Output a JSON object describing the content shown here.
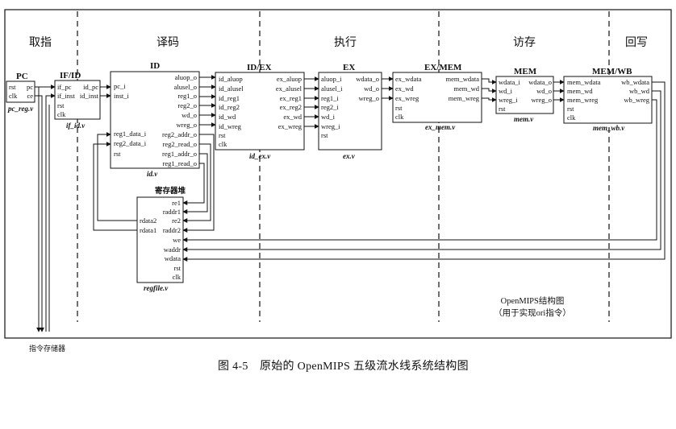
{
  "stages": [
    "取指",
    "译码",
    "执行",
    "访存",
    "回写"
  ],
  "modules": {
    "pc": {
      "title": "PC",
      "ports_left": [
        "rst",
        "clk"
      ],
      "ports_right": [
        "pc",
        "ce"
      ],
      "file": "pc_reg.v"
    },
    "if_id": {
      "title": "IF/ID",
      "ports_left": [
        "if_pc",
        "if_inst",
        "rst",
        "clk"
      ],
      "ports_right": [
        "id_pc",
        "id_inst"
      ],
      "file": "if_id.v"
    },
    "id": {
      "title": "ID",
      "ports_left": [
        "pc_i",
        "inst_i",
        "reg1_data_i",
        "reg2_data_i",
        "rst"
      ],
      "ports_right": [
        "aluop_o",
        "alusel_o",
        "reg1_o",
        "reg2_o",
        "wd_o",
        "wreg_o",
        "reg2_addr_o",
        "reg2_read_o",
        "reg1_addr_o",
        "reg1_read_o"
      ],
      "file": "id.v"
    },
    "id_ex": {
      "title": "ID/EX",
      "ports_left": [
        "id_aluop",
        "id_alusel",
        "id_reg1",
        "id_reg2",
        "id_wd",
        "id_wreg",
        "rst",
        "clk"
      ],
      "ports_right": [
        "ex_aluop",
        "ex_alusel",
        "ex_reg1",
        "ex_reg2",
        "ex_wd",
        "ex_wreg"
      ],
      "file": "id_ex.v"
    },
    "ex": {
      "title": "EX",
      "ports_left": [
        "aluop_i",
        "alusel_i",
        "reg1_i",
        "reg2_i",
        "wd_i",
        "wreg_i",
        "rst"
      ],
      "ports_right": [
        "wdata_o",
        "wd_o",
        "wreg_o"
      ],
      "file": "ex.v"
    },
    "ex_mem": {
      "title": "EX/MEM",
      "ports_left": [
        "ex_wdata",
        "ex_wd",
        "ex_wreg",
        "rst",
        "clk"
      ],
      "ports_right": [
        "mem_wdata",
        "mem_wd",
        "mem_wreg"
      ],
      "file": "ex_mem.v"
    },
    "mem": {
      "title": "MEM",
      "ports_left": [
        "wdata_i",
        "wd_i",
        "wreg_i",
        "rst"
      ],
      "ports_right": [
        "wdata_o",
        "wd_o",
        "wreg_o"
      ],
      "file": "mem.v"
    },
    "mem_wb": {
      "title": "MEM/WB",
      "ports_left": [
        "mem_wdata",
        "mem_wd",
        "mem_wreg",
        "rst",
        "clk"
      ],
      "ports_right": [
        "wb_wdata",
        "wb_wd",
        "wb_wreg"
      ],
      "file": "mem_wb.v"
    },
    "regfile": {
      "title": "寄存器堆",
      "ports_left": [
        "rdata2",
        "rdata1"
      ],
      "ports_right": [
        "re1",
        "raddr1",
        "re2",
        "raddr2",
        "we",
        "waddr",
        "wdata",
        "rst",
        "clk"
      ],
      "file": "regfile.v"
    }
  },
  "inst_rom_label": "指令存储器",
  "diagram_title": "OpenMIPS结构图",
  "diagram_subtitle": "（用于实现ori指令）",
  "caption": "图 4-5　原始的 OpenMIPS 五级流水线系统结构图"
}
